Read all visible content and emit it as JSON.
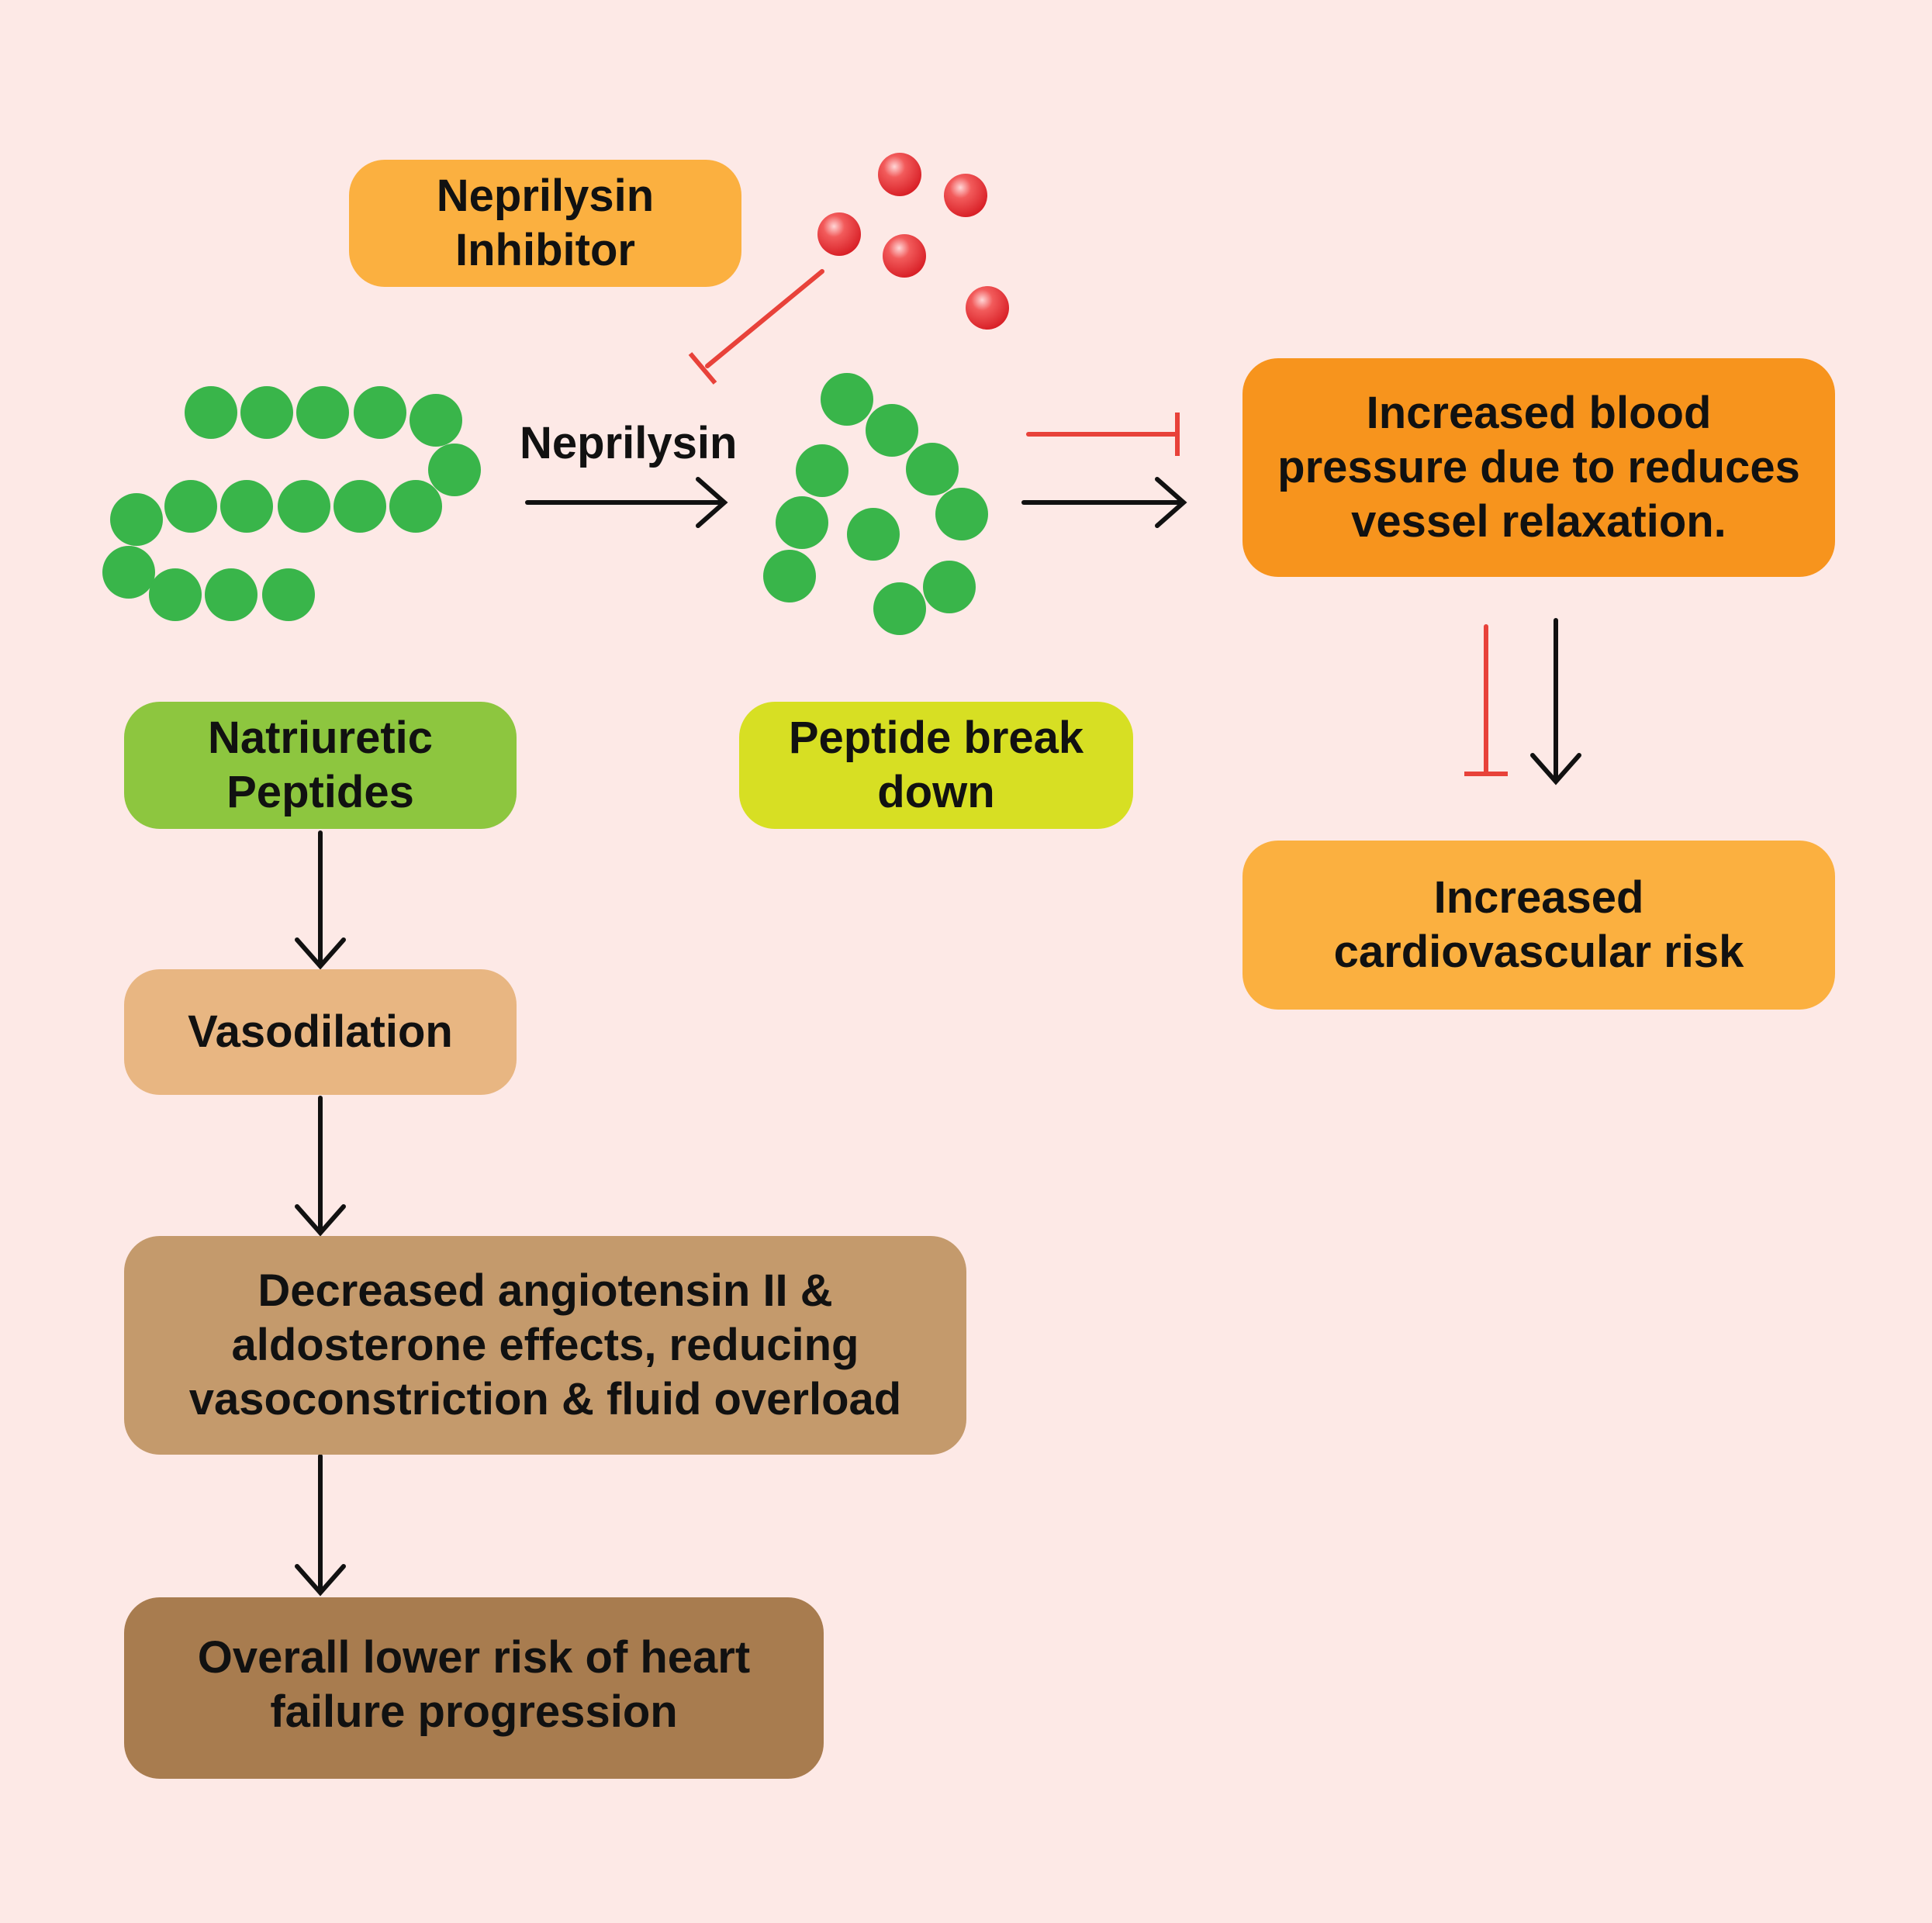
{
  "colors": {
    "background": "#fde9e6",
    "inhibit": "#e8423a",
    "arrow": "#111111",
    "peptide": "#39b54a",
    "inhibitor_particle": "#e8323a"
  },
  "nodes": {
    "inhibitor": {
      "lines": [
        "Neprilysin",
        "Inhibitor"
      ],
      "color": "#fbb040"
    },
    "natriuretic": {
      "lines": [
        "Natriuretic",
        "Peptides"
      ],
      "color": "#8dc63f"
    },
    "breakdown": {
      "lines": [
        "Peptide break",
        "down"
      ],
      "color": "#d7df23"
    },
    "blood_pressure": {
      "lines": [
        "Increased blood",
        "pressure due to reduces",
        "vessel relaxation."
      ],
      "color": "#f7941d"
    },
    "cv_risk": {
      "lines": [
        "Increased",
        "cardiovascular risk"
      ],
      "color": "#fbb040"
    },
    "vasodilation": {
      "lines": [
        "Vasodilation"
      ],
      "color": "#e8b682"
    },
    "angiotensin": {
      "lines": [
        "Decreased angiotensin II &",
        "aldosterone effects, reducing",
        "vasoconstriction & fluid overload"
      ],
      "color": "#c49a6c"
    },
    "heart_failure": {
      "lines": [
        "Overall lower risk of heart",
        "failure progression"
      ],
      "color": "#a87c4f"
    }
  },
  "edge_labels": {
    "neprilysin": "Neprilysin"
  }
}
